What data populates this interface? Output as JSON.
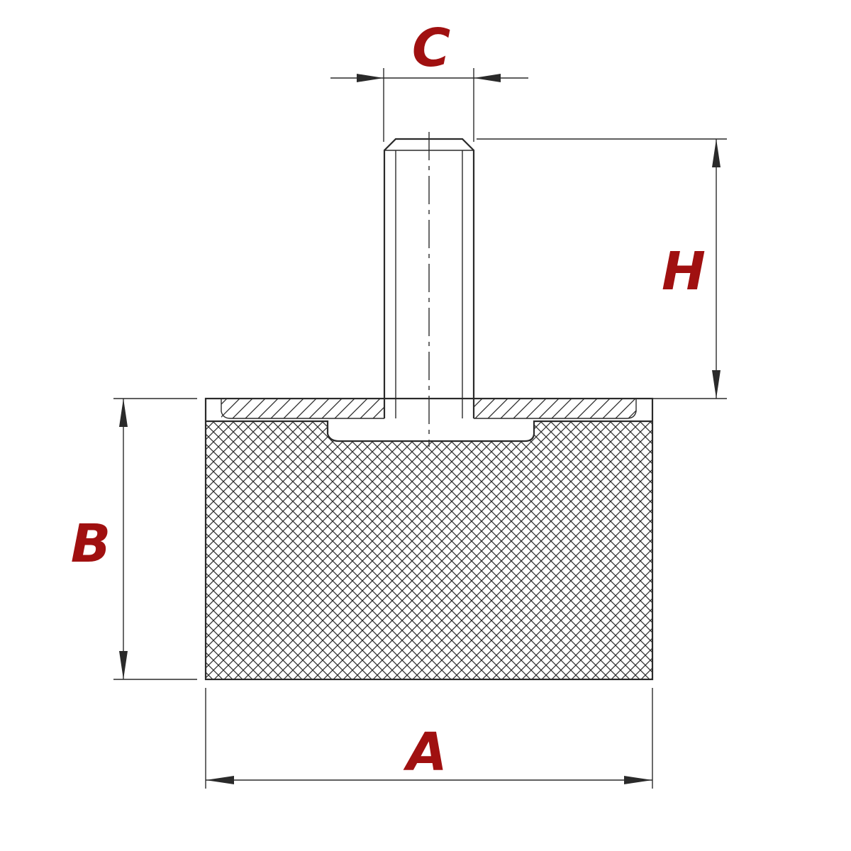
{
  "dimensions": {
    "a": "A",
    "b": "B",
    "c": "C",
    "h": "H"
  },
  "colors": {
    "label": "#a01010",
    "line": "#2a2a2a",
    "background": "#ffffff"
  }
}
